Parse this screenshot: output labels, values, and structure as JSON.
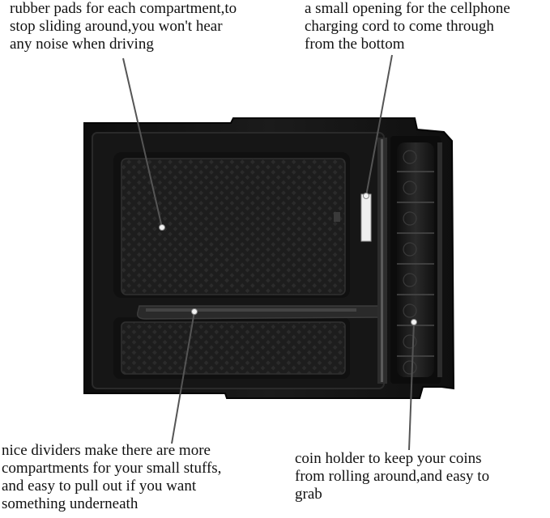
{
  "annotations": {
    "rubber_pads": "rubber pads for each compartment,to\nstop sliding around,you won't hear\nany noise when driving",
    "cord_opening": "a small opening for the cellphone\ncharging cord to come through\nfrom the bottom",
    "dividers": "nice dividers make there are more\ncompartments for your small stuffs,\nand easy to pull out if you want\nsomething underneath",
    "coin_holder": "coin holder to keep your coins\nfrom rolling around,and easy to\ngrab"
  },
  "colors": {
    "tray": "#141414",
    "tray_edge": "#2a2a2a",
    "pad": "#1c1c1c",
    "divider": "#262626",
    "leader": "#555555",
    "leader_dot": "#f2f2f2"
  }
}
